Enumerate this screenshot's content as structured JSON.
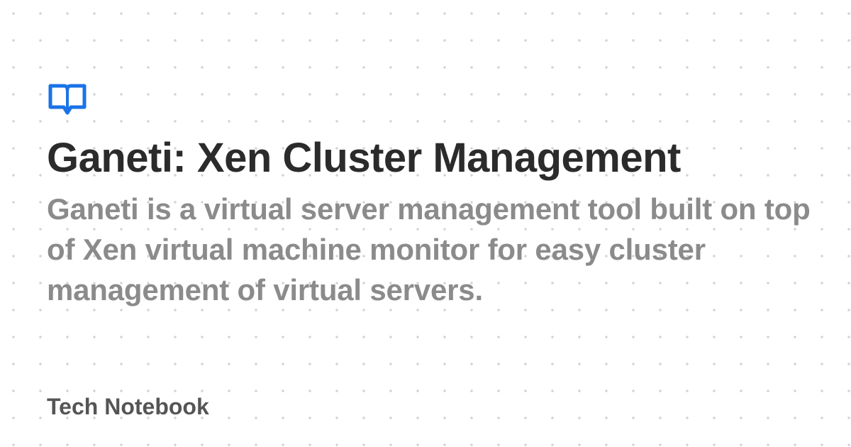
{
  "logo": {
    "icon": "open-book-icon",
    "color": "#1a73e8"
  },
  "title": "Ganeti: Xen Cluster Management",
  "description": "Ganeti is a virtual server management tool built on top of Xen virtual machine monitor for easy cluster management of virtual servers.",
  "site_name": "Tech Notebook",
  "colors": {
    "title": "#2b2b2b",
    "description": "#8b8b8b",
    "site_name": "#555555",
    "background": "#ffffff",
    "dots": "#d4d4d4"
  }
}
